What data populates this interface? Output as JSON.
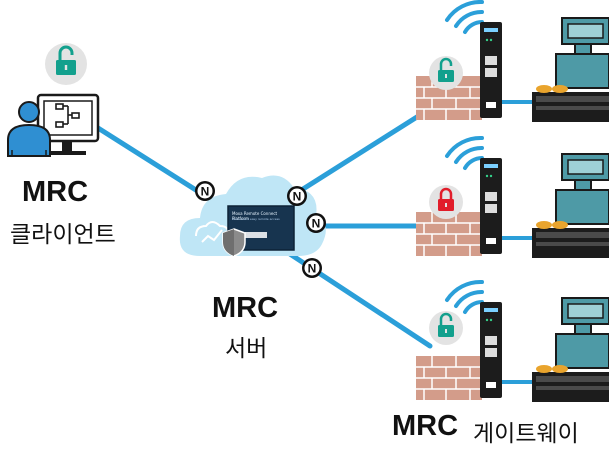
{
  "client": {
    "title": "MRC",
    "subtitle": "클라이언트"
  },
  "server": {
    "title": "MRC",
    "subtitle": "서버",
    "screen_title": "Moxa Remote Connect Platform",
    "screen_subtitle": "Secure and easy remote access"
  },
  "gateway": {
    "title": "MRC",
    "subtitle": "게이트웨이"
  },
  "node_label": "N",
  "gateways": [
    {
      "lock": "open",
      "lock_color": "#12a08d"
    },
    {
      "lock": "closed",
      "lock_color": "#e11d2a"
    },
    {
      "lock": "open",
      "lock_color": "#12a08d"
    }
  ],
  "colors": {
    "link": "#2b9fd9",
    "client_blue": "#2f8fd2",
    "cloud": "#bfe6f6",
    "brick": "#d39c8a",
    "machine": "#4e9aa6",
    "gateway_body": "#1c1c1c"
  }
}
